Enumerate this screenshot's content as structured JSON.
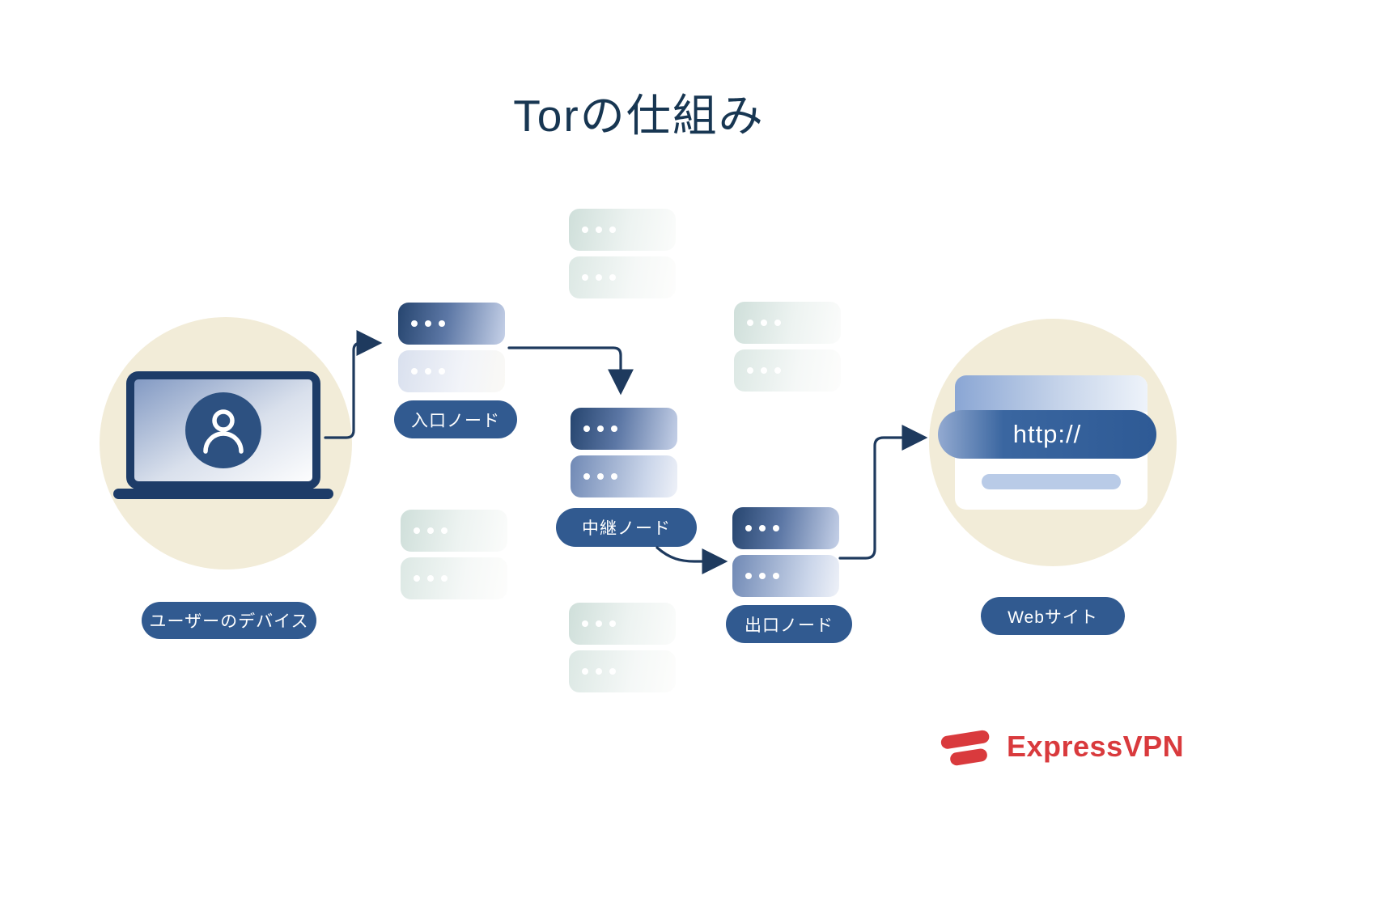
{
  "title": "Torの仕組み",
  "nodes": {
    "device": {
      "label": "ユーザーのデバイス"
    },
    "entry": {
      "label": "入口ノード"
    },
    "relay": {
      "label": "中継ノード"
    },
    "exit": {
      "label": "出口ノード"
    },
    "website": {
      "label": "Webサイト",
      "url_text": "http://"
    }
  },
  "flow": [
    "device",
    "entry",
    "relay",
    "exit",
    "website"
  ],
  "logo": {
    "text": "ExpressVPN"
  },
  "icons": {
    "laptop": "laptop-icon",
    "user": "user-icon",
    "server": "server-stack-icon",
    "browser": "browser-window-icon",
    "brand": "expressvpn-mark-icon"
  },
  "colors": {
    "background": "#ffffff",
    "title_text": "#173652",
    "pill_blue": "#315a90",
    "circle_cream": "#f2ecd8",
    "arrow_navy": "#1e3a5e",
    "brand_red": "#d93a3d",
    "server_blue_dark": "#26456f",
    "server_light_green": "#cfdfda"
  }
}
